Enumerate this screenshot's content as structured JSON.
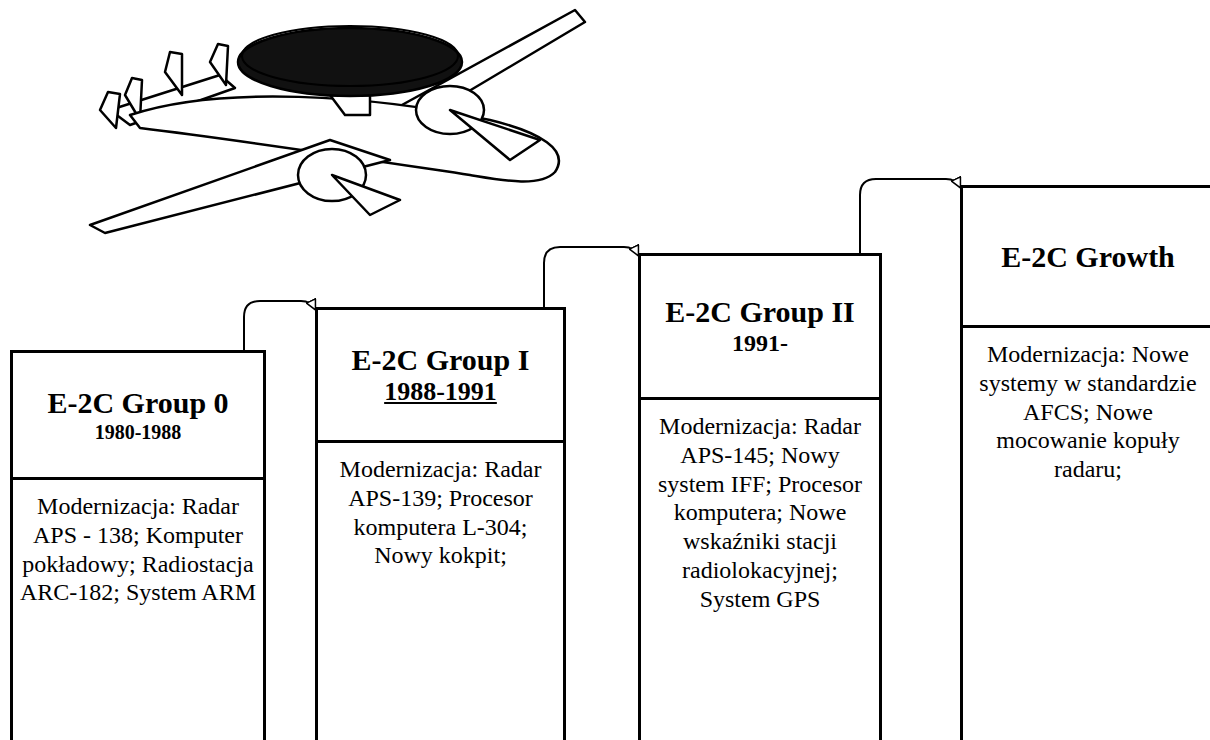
{
  "diagram": {
    "nodes": [
      {
        "text": [
          "E-2C Group 0",
          "1980-1988",
          "Modernizacja: Radar APS - 138; Komputer pokładowy; Radiostacja ARC-182; System ARM"
        ]
      },
      {
        "text": [
          "E-2C Group I",
          "1988-1991",
          "Modernizacja: Radar APS-139; Procesor komputera L-304; Nowy kokpit;"
        ]
      },
      {
        "text": [
          "E-2C Group II",
          "1991-",
          "Modernizacja: Radar APS-145; Nowy system IFF; Procesor komputera; Nowe wskaźniki stacji radiolokacyjnej; System GPS"
        ]
      },
      {
        "text": [
          "E-2C Growth",
          "Modernizacja: Nowe systemy w standardzie AFCS; Nowe mocowanie kopuły radaru;"
        ]
      }
    ],
    "edges": [
      {
        "from": 0,
        "to": 1,
        "arrow": "to"
      },
      {
        "from": 1,
        "to": 2,
        "arrow": "to"
      },
      {
        "from": 2,
        "to": 3,
        "arrow": "to"
      }
    ]
  }
}
